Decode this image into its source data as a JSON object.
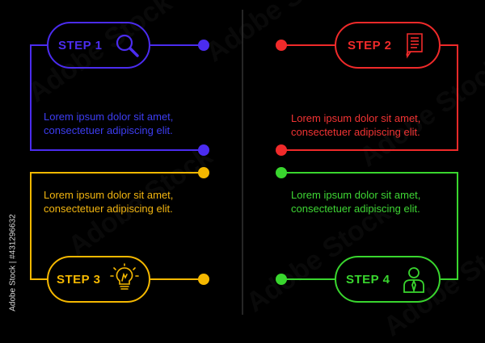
{
  "steps": [
    {
      "label": "STEP 1",
      "icon": "magnifier-icon",
      "color": "#4b2cf0",
      "text_color": "#3d3df2",
      "line1": "Lorem ipsum dolor sit amet,",
      "line2": "consectetuer adipiscing elit."
    },
    {
      "label": "STEP 2",
      "icon": "document-icon",
      "color": "#f02a2a",
      "text_color": "#f23333",
      "line1": "Lorem ipsum dolor sit amet,",
      "line2": "consectetuer adipiscing elit."
    },
    {
      "label": "STEP 3",
      "icon": "lightbulb-icon",
      "color": "#f5b800",
      "text_color": "#f2b510",
      "line1": "Lorem ipsum dolor sit amet,",
      "line2": "consectetuer adipiscing elit."
    },
    {
      "label": "STEP 4",
      "icon": "person-icon",
      "color": "#39d62e",
      "text_color": "#3ed634",
      "line1": "Lorem ipsum dolor sit amet,",
      "line2": "consectetuer adipiscing elit."
    }
  ],
  "divider_color": "#333333",
  "watermark_text": "Adobe Stock",
  "side_id": "Adobe Stock | #431296632"
}
